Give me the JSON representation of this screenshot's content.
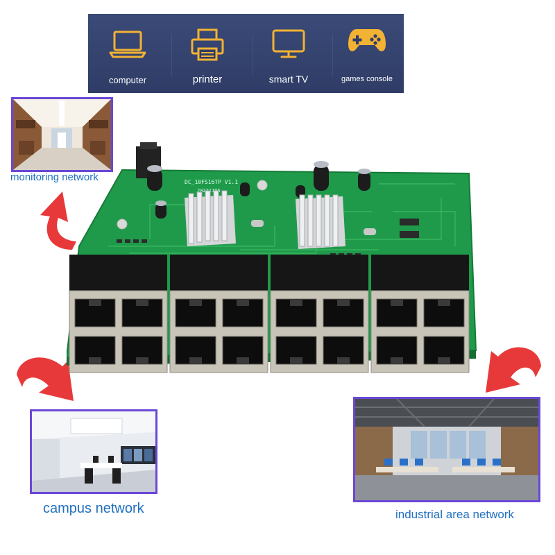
{
  "devices": [
    {
      "label": "computer",
      "icon": "laptop-icon"
    },
    {
      "label": "printer",
      "icon": "printer-icon"
    },
    {
      "label": "smart TV",
      "icon": "monitor-icon"
    },
    {
      "label": "games console",
      "icon": "gamepad-icon"
    }
  ],
  "networks": {
    "monitoring": "monitoring network",
    "campus": "campus network",
    "industrial": "industrial area network"
  },
  "board_silk": {
    "model": "DC_10FS16TP V1.1",
    "date": "20221105"
  },
  "colors": {
    "banner_bg": "#2f3c66",
    "icon_accent": "#f2b233",
    "photo_border": "#6a47d6",
    "caption_blue": "#1f6fbf",
    "arrow_red": "#e8393a",
    "pcb_green": "#1f9a4a"
  },
  "rj45_port_count": 16
}
